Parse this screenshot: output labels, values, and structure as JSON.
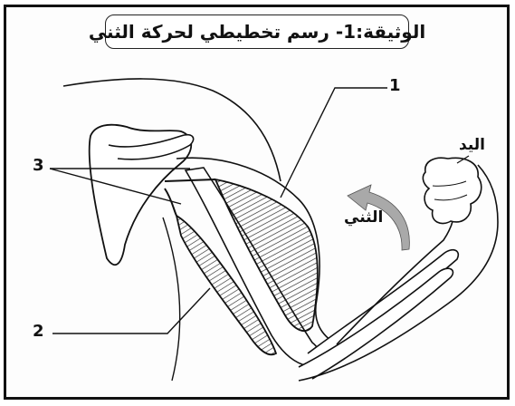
{
  "title": "الوثيقة:1- رسم تخطيطي لحركة الثني",
  "labels": {
    "hand": "اليد",
    "flexion": "الثني",
    "marker_1": "1",
    "marker_2": "2",
    "marker_3": "3"
  },
  "colors": {
    "ink": "#111111",
    "arrow_fill": "#a9a9a9",
    "background": "#ffffff"
  }
}
